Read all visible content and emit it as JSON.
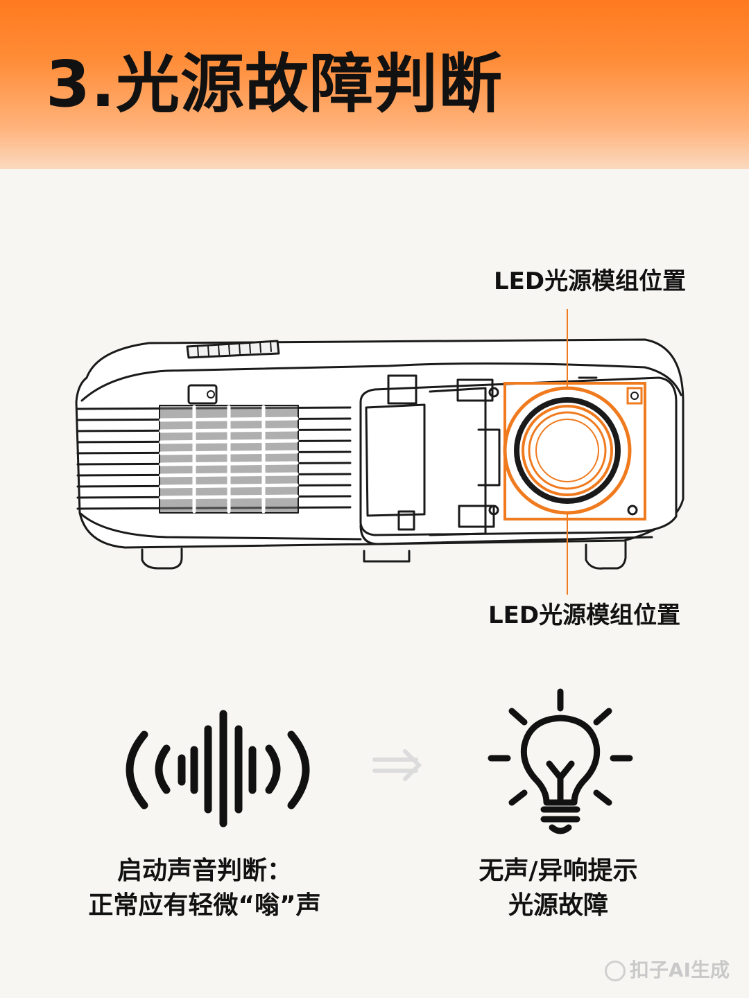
{
  "header": {
    "title": "3.光源故障判断"
  },
  "projector": {
    "label_top": "LED光源模组位置",
    "label_bottom": "LED光源模组位置",
    "highlight_color": "#f07a1e"
  },
  "icons": {
    "left": "sound-wave-icon",
    "middle": "arrow-right-icon",
    "right": "light-bulb-icon"
  },
  "captions": {
    "left_line1": "启动声音判断：",
    "left_line2": "正常应有轻微“嗡”声",
    "right_line1": "无声/异响提示",
    "right_line2": "光源故障"
  },
  "watermark": {
    "text": "扣子AI生成"
  },
  "colors": {
    "accent": "#ff7a1f",
    "background": "#f7f6f2"
  }
}
